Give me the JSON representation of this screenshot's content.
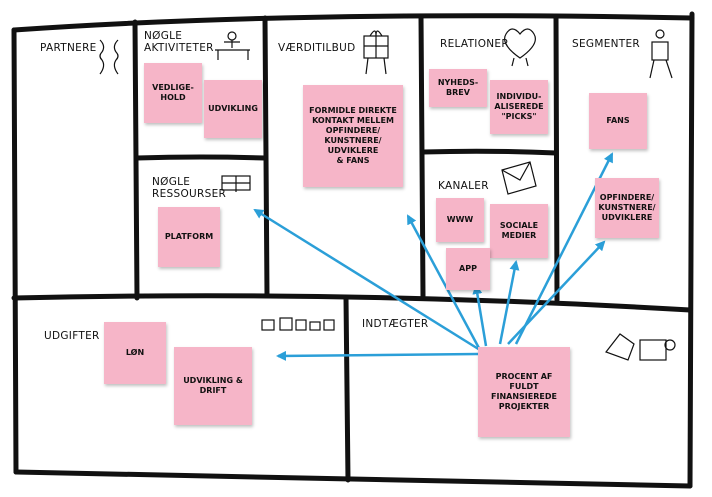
{
  "blocks": {
    "partnere": "PARTNERE",
    "noegle_aktiviteter": "NØGLE\nAKTIVITETER",
    "noegle_ressourcer": "NØGLE\nRESSOURSER",
    "vaerditilbud": "VÆRDITILBUD",
    "relationer": "RELATIONER",
    "kanaler": "KANALER",
    "segmenter": "SEGMENTER",
    "udgifter": "UDGIFTER",
    "indtaegter": "INDTÆGTER"
  },
  "notes": {
    "vedligehold": "VEDLIGE-\nHOLD",
    "udvikling": "UDVIKLING",
    "platform": "PLATFORM",
    "vaerditilbud": "FORMIDLE DIREKTE\nKONTAKT MELLEM\nOPFINDERE/\nKUNSTNERE/\nUDVIKLERE\n& FANS",
    "nyhedsbrev": "NYHEDS-\nBREV",
    "picks": "INDIVIDU-\nALISEREDE\n\"PICKS\"",
    "www": "WWW",
    "sociale_medier": "SOCIALE\nMEDIER",
    "app": "APP",
    "fans": "FANS",
    "opfindere": "OPFINDERE/\nKUNSTNERE/\nUDVIKLERE",
    "loen": "LØN",
    "udvikling_drift": "UDVIKLING &\nDRIFT",
    "procent": "PROCENT AF\nFULDT\nFINANSIEREDE\nPROJEKTER"
  },
  "colors": {
    "note": "#f6b5c8",
    "arrow": "#2b9fd8",
    "line": "#111111"
  }
}
